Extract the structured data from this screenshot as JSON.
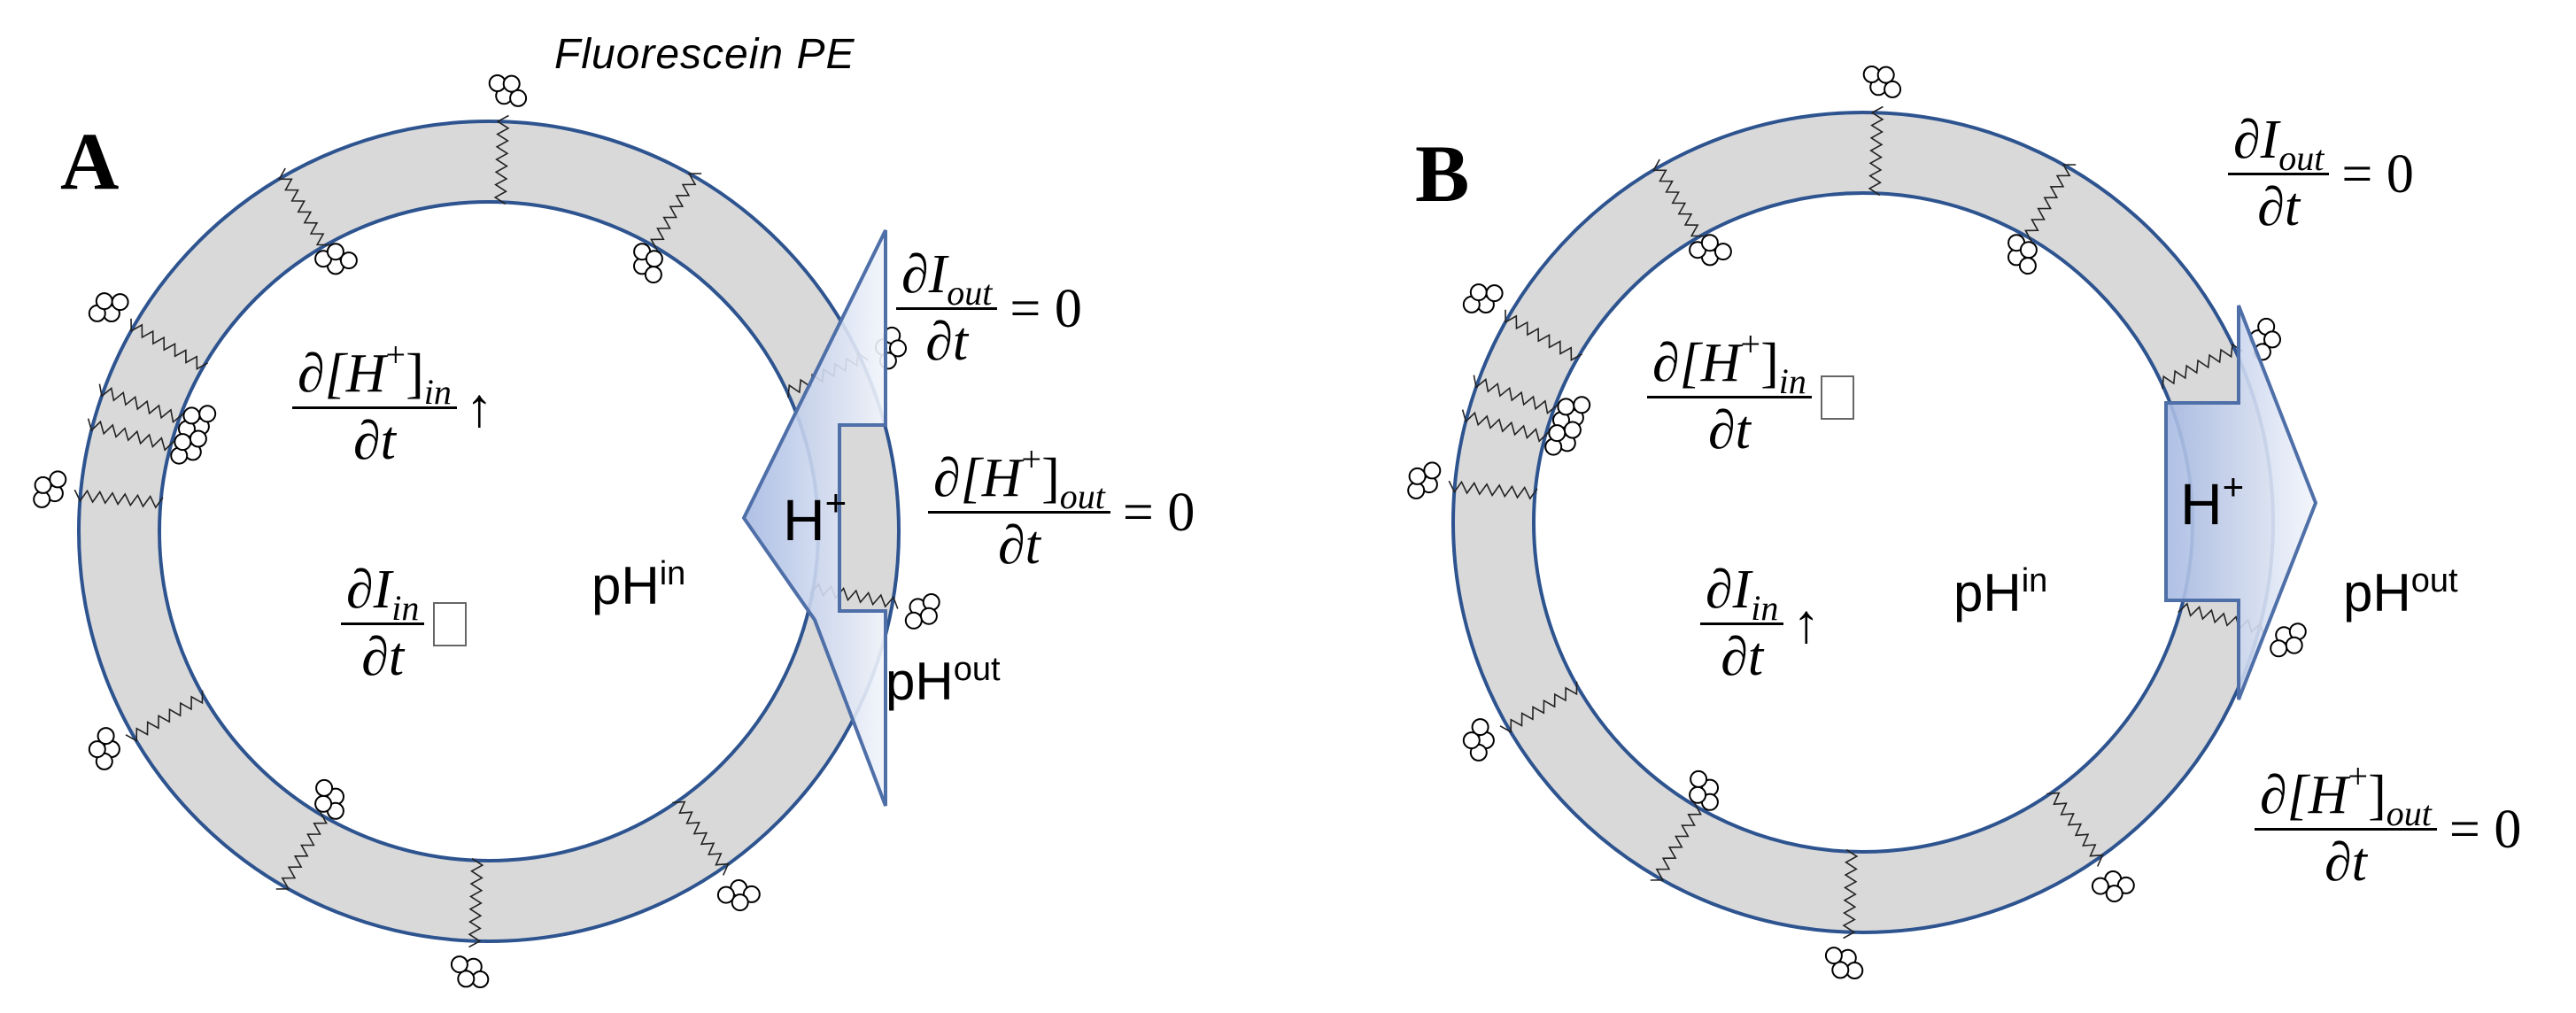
{
  "caption": "Fluorescein PE",
  "panels": [
    {
      "letter": "A",
      "eq_h_in": {
        "num_prefix": "∂[",
        "symbol": "H",
        "charge": "+",
        "close": "]",
        "sub": "in",
        "den": "∂t",
        "tail": "↑"
      },
      "eq_i_in": {
        "num_prefix": "∂",
        "symbol": "I",
        "sub": "in",
        "den": "∂t",
        "tail": ""
      },
      "eq_i_out": {
        "num_prefix": "∂",
        "symbol": "I",
        "sub": "out",
        "den": "∂t",
        "rhs": "= 0"
      },
      "eq_h_out": {
        "num_prefix": "∂[",
        "symbol": "H",
        "charge": "+",
        "close": "]",
        "sub": "out",
        "den": "∂t",
        "rhs": "= 0"
      },
      "ph_in": {
        "base": "pH",
        "sup": "in"
      },
      "ph_out": {
        "base": "pH",
        "sup": "out"
      },
      "proton": {
        "base": "H",
        "sup": "+"
      },
      "arrow_direction": "inward"
    },
    {
      "letter": "B",
      "eq_h_in": {
        "num_prefix": "∂[",
        "symbol": "H",
        "charge": "+",
        "close": "]",
        "sub": "in",
        "den": "∂t",
        "tail": ""
      },
      "eq_i_in": {
        "num_prefix": "∂",
        "symbol": "I",
        "sub": "in",
        "den": "∂t",
        "tail": "↑"
      },
      "eq_i_out": {
        "num_prefix": "∂",
        "symbol": "I",
        "sub": "out",
        "den": "∂t",
        "rhs": "= 0"
      },
      "eq_h_out": {
        "num_prefix": "∂[",
        "symbol": "H",
        "charge": "+",
        "close": "]",
        "sub": "out",
        "den": "∂t",
        "rhs": "= 0"
      },
      "ph_in": {
        "base": "pH",
        "sup": "in"
      },
      "ph_out": {
        "base": "pH",
        "sup": "out"
      },
      "proton": {
        "base": "H",
        "sup": "+"
      },
      "arrow_direction": "outward"
    }
  ],
  "colors": {
    "membrane_fill": "#d9d9d9",
    "membrane_stroke": "#2e5490",
    "arrow_light": "#eef2fa",
    "arrow_dark": "#a9bce4",
    "arrow_stroke": "#4f6fa8"
  }
}
